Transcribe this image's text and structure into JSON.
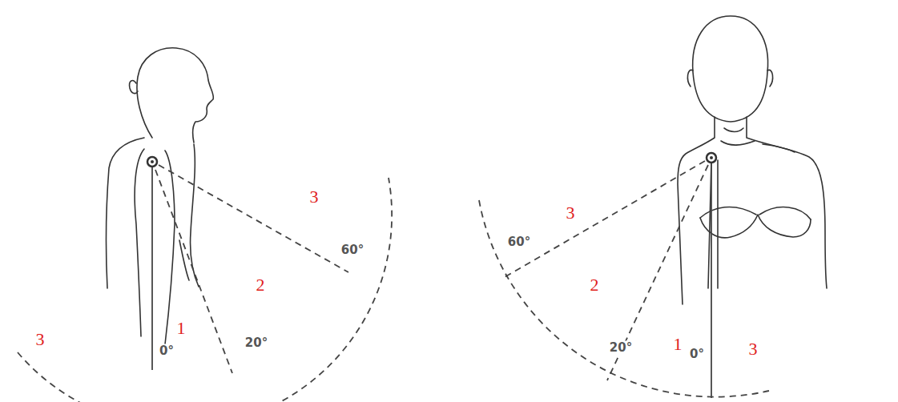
{
  "diagram": {
    "labels": [
      "3",
      "60°",
      "2",
      "3",
      "1",
      "20°",
      "0°",
      "3",
      "60°",
      "2",
      "20°",
      "1",
      "0°",
      "3"
    ]
  }
}
